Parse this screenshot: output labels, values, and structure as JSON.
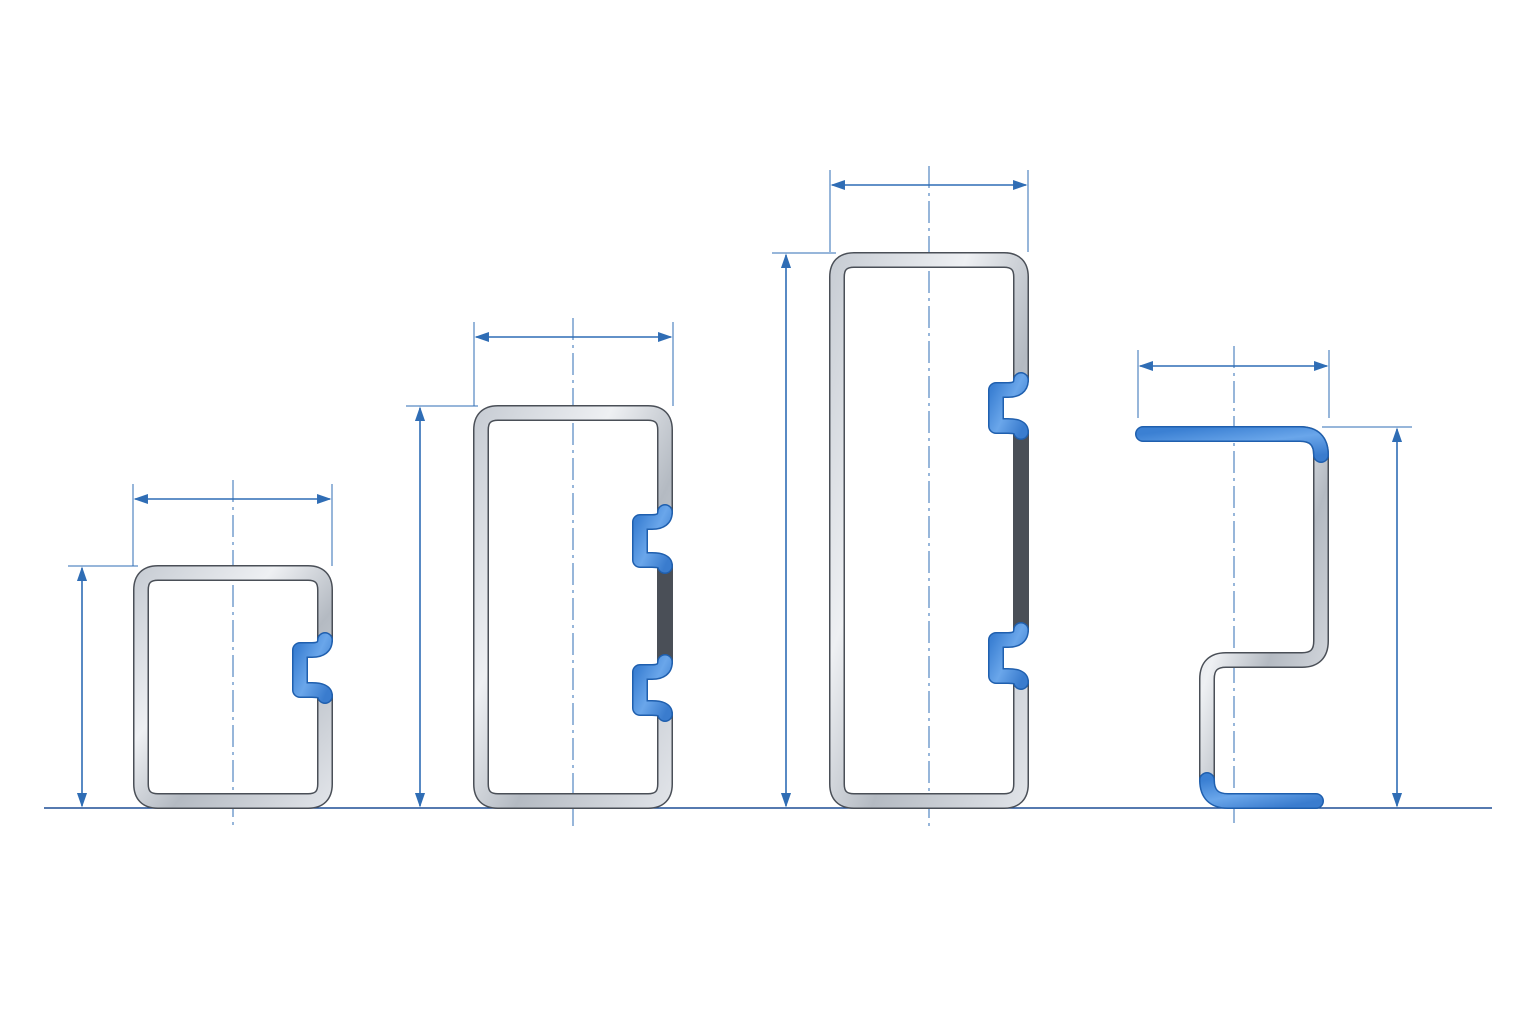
{
  "colors": {
    "dimension": "#2f6db5",
    "ground": "#1e4f96",
    "steel_light": "#e4e6ea",
    "steel_dark": "#a7adb6",
    "accent_blue": "#3f86d8"
  },
  "diagram": {
    "profiles": [
      {
        "name": "short-c-channel",
        "features": [
          "one-lip-groove"
        ]
      },
      {
        "name": "medium-c-channel",
        "features": [
          "two-lip-grooves"
        ]
      },
      {
        "name": "tall-c-channel",
        "features": [
          "two-lip-grooves"
        ]
      },
      {
        "name": "z-profile",
        "features": [
          "blue-top-flange",
          "blue-bottom-flange"
        ]
      }
    ]
  }
}
